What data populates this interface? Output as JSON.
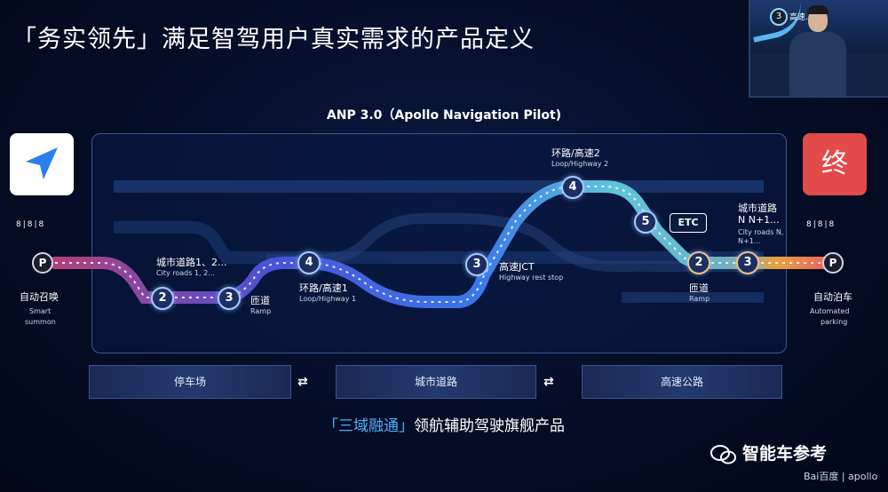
{
  "title": "「务实领先」满足智驾用户真实需求的产品定义",
  "subtitle": "ANP 3.0（Apollo Navigation Pilot)",
  "camera": {
    "node": "3",
    "text": "高速..."
  },
  "start": {
    "zh": "自动召唤",
    "en1": "Smart",
    "en2": "summon",
    "p": "P",
    "cars": "8|8|8"
  },
  "end": {
    "icon_text": "终",
    "zh": "自动泊车",
    "en1": "Automated",
    "en2": "parking",
    "p": "P",
    "cars": "8|8|8"
  },
  "nodes": [
    {
      "num": "2"
    },
    {
      "num": "3",
      "zh": "匝道",
      "en": "Ramp"
    },
    {
      "num": "4",
      "zh": "环路/高速1",
      "en": "Loop/Highway 1"
    },
    {
      "num": "3",
      "zh": "高速JCT",
      "en": "Highway rest stop"
    },
    {
      "num": "4",
      "zh": "环路/高速2",
      "en": "Loop/Highway 2"
    },
    {
      "num": "5"
    },
    {
      "num": "2",
      "zh": "匝道",
      "en": "Ramp"
    },
    {
      "num": "3"
    }
  ],
  "city_label": {
    "zh": "城市道路1、2...",
    "en": "City roads 1, 2..."
  },
  "city_label_right": {
    "zh": "城市道路",
    "zh2": "N  N+1...",
    "en1": "City roads N,",
    "en2": "N+1..."
  },
  "etc": "ETC",
  "zones": [
    "停车场",
    "城市道路",
    "高速公路"
  ],
  "swap_symbol": "⇄",
  "tagline": {
    "highlight": "「三域融通」",
    "rest": "领航辅助驾驶旗舰产品"
  },
  "watermark": "智能车参考",
  "brand": "Bai百度 | apollo",
  "colors": {
    "accent_blue": "#4fb0ff",
    "end_red": "#e34a4a",
    "route_pink": "#b0407a",
    "route_blue": "#3a78e8",
    "route_teal": "#5ec6d8",
    "route_orange": "#e8a040"
  }
}
